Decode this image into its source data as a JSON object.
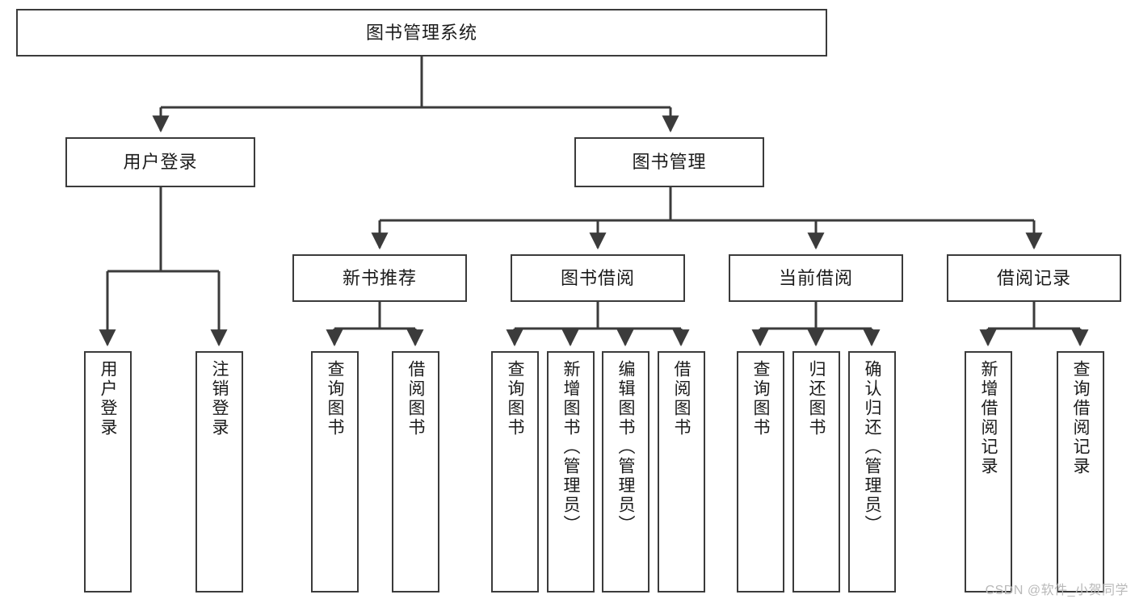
{
  "diagram": {
    "title": "图书管理系统",
    "type": "tree",
    "root": {
      "label": "图书管理系统"
    },
    "level2": [
      {
        "label": "用户登录"
      },
      {
        "label": "图书管理"
      }
    ],
    "level3": [
      {
        "label": "新书推荐"
      },
      {
        "label": "图书借阅"
      },
      {
        "label": "当前借阅"
      },
      {
        "label": "借阅记录"
      }
    ],
    "leaves": {
      "user_login": [
        {
          "label": "用户登录"
        },
        {
          "label": "注销登录"
        }
      ],
      "new_book": [
        {
          "label": "查询图书"
        },
        {
          "label": "借阅图书"
        }
      ],
      "book_borrow": [
        {
          "label": "查询图书"
        },
        {
          "label": "新增图书（管理员）"
        },
        {
          "label": "编辑图书（管理员）"
        },
        {
          "label": "借阅图书"
        }
      ],
      "current_borrow": [
        {
          "label": "查询图书"
        },
        {
          "label": "归还图书"
        },
        {
          "label": "确认归还（管理员）"
        }
      ],
      "borrow_record": [
        {
          "label": "新增借阅记录"
        },
        {
          "label": "查询借阅记录"
        }
      ]
    }
  },
  "watermark": {
    "text": "CSDN @软件_小贺同学"
  },
  "colors": {
    "stroke": "#3b3b3b",
    "text": "#1b1b1b",
    "background": "#ffffff",
    "watermark": "#b9b9b9"
  }
}
